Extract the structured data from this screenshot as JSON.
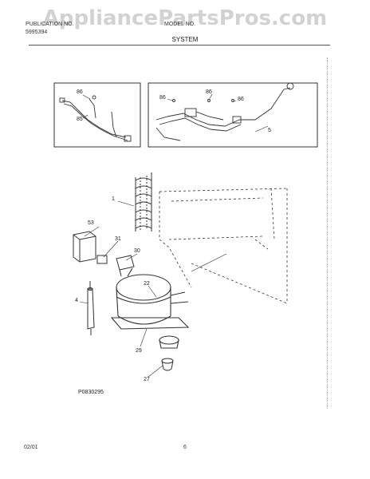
{
  "watermark": "AppliancePartsPros.com",
  "header": {
    "left_line1": "PUBLICATION NO.",
    "left_line2": "5995394",
    "right_line": "MODEL NO."
  },
  "section_title": "SYSTEM",
  "callouts": {
    "c86a": "86",
    "c85": "85",
    "c86b": "86",
    "c86c": "86",
    "c86d": "86",
    "c5": "5",
    "c1": "1",
    "c53": "53",
    "c31": "31",
    "c30": "30",
    "c22": "22",
    "c4": "4",
    "c29": "29",
    "c27": "27"
  },
  "diagram_id": "P0830295",
  "footer": {
    "date": "02/01",
    "page": "6"
  }
}
